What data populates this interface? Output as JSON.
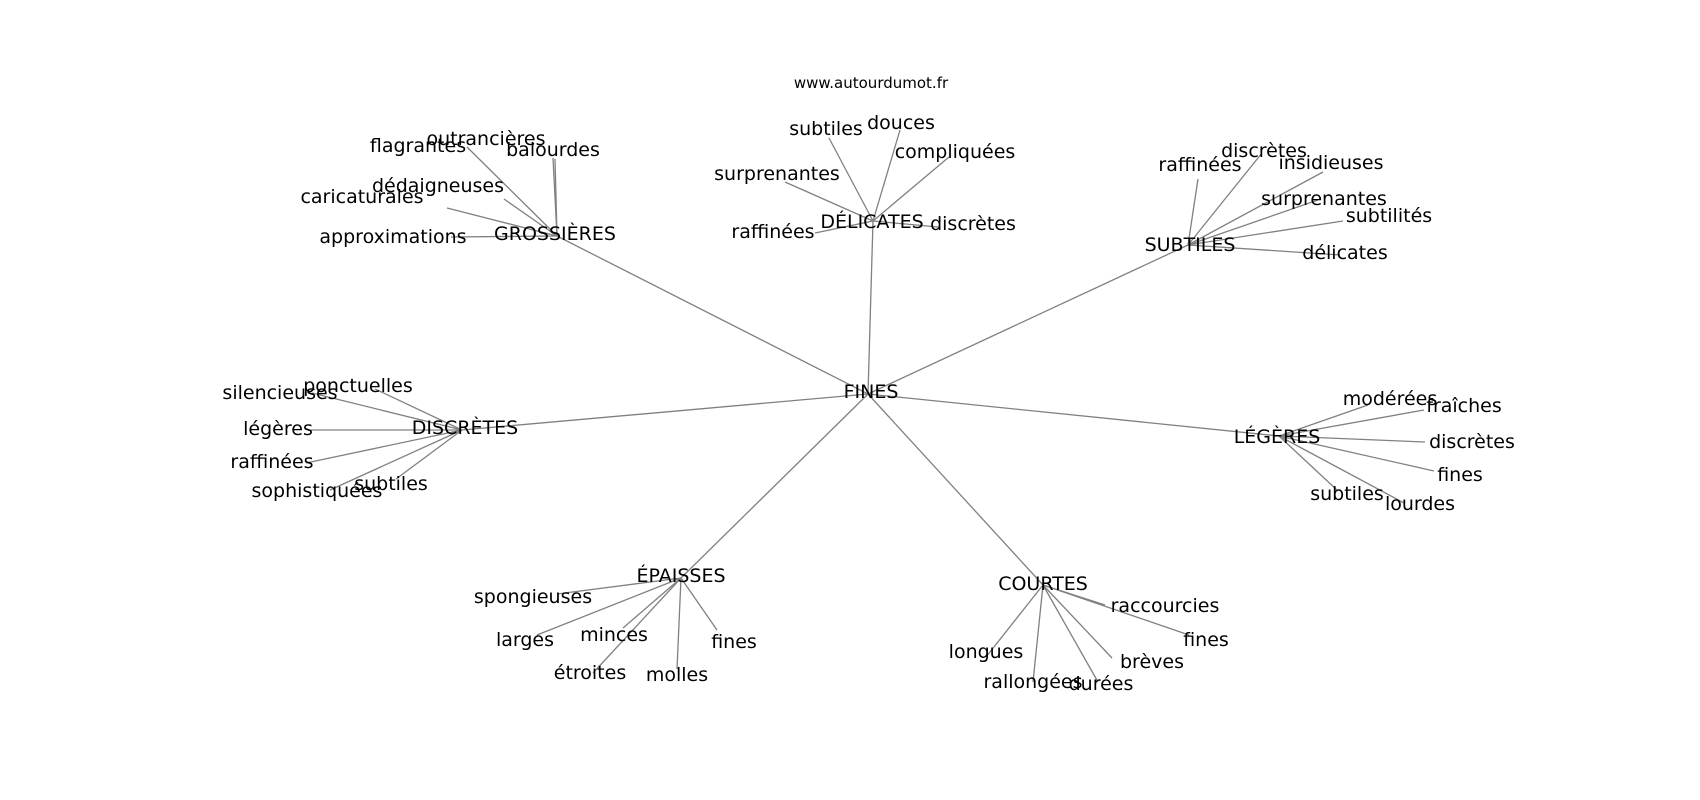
{
  "credit": "www.autourdumot.fr",
  "graph": {
    "root": "FINES",
    "hubs": [
      {
        "label": "GROSSIÈRES",
        "leaves": [
          "flagrantes",
          "outrancières",
          "balourdes",
          "dédaigneuses",
          "caricaturales",
          "approximations"
        ]
      },
      {
        "label": "DÉLICATES",
        "leaves": [
          "subtiles",
          "douces",
          "compliquées",
          "surprenantes",
          "raffinées",
          "discrètes"
        ]
      },
      {
        "label": "SUBTILES",
        "leaves": [
          "raffinées",
          "discrètes",
          "insidieuses",
          "surprenantes",
          "subtilités",
          "délicates"
        ]
      },
      {
        "label": "DISCRÈTES",
        "leaves": [
          "silencieuses",
          "ponctuelles",
          "légères",
          "raffinées",
          "sophistiquées",
          "subtiles"
        ]
      },
      {
        "label": "LÉGÈRES",
        "leaves": [
          "modérées",
          "fraîches",
          "discrètes",
          "fines",
          "subtiles",
          "lourdes"
        ]
      },
      {
        "label": "ÉPAISSES",
        "leaves": [
          "spongieuses",
          "larges",
          "minces",
          "fines",
          "étroites",
          "molles"
        ]
      },
      {
        "label": "COURTES",
        "leaves": [
          "longues",
          "rallongées",
          "durées",
          "brèves",
          "fines",
          "raccourcies"
        ]
      }
    ]
  }
}
